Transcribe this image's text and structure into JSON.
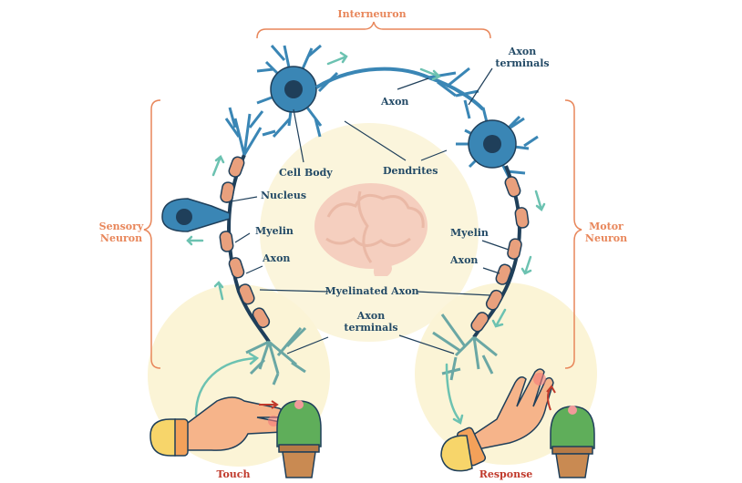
{
  "colors": {
    "axon": "#1f3f5a",
    "neuron_blue": "#3a86b5",
    "neuron_light": "#7ab7d6",
    "teal": "#6cc2b1",
    "myelin": "#e9a07d",
    "glow": "#fbf3d3",
    "label": "#234a66",
    "accent": "#e8865a"
  },
  "labels": {
    "interneuron": "Interneuron",
    "sensory_neuron": "Sensory\nNeuron",
    "motor_neuron": "Motor\nNeuron",
    "axon_terminals_top": "Axon\nterminals",
    "axon_top": "Axon",
    "cell_body": "Cell Body",
    "dendrites": "Dendrites",
    "nucleus": "Nucleus",
    "myelin_left": "Myelin",
    "myelin_right": "Myelin",
    "axon_left": "Axon",
    "axon_right": "Axon",
    "myelinated_axon": "Myelinated Axon",
    "axon_terminals_bottom": "Axon\nterminals",
    "touch": "Touch",
    "response": "Response"
  },
  "icons": [
    "brain-icon",
    "hand-icon",
    "cactus-icon"
  ]
}
